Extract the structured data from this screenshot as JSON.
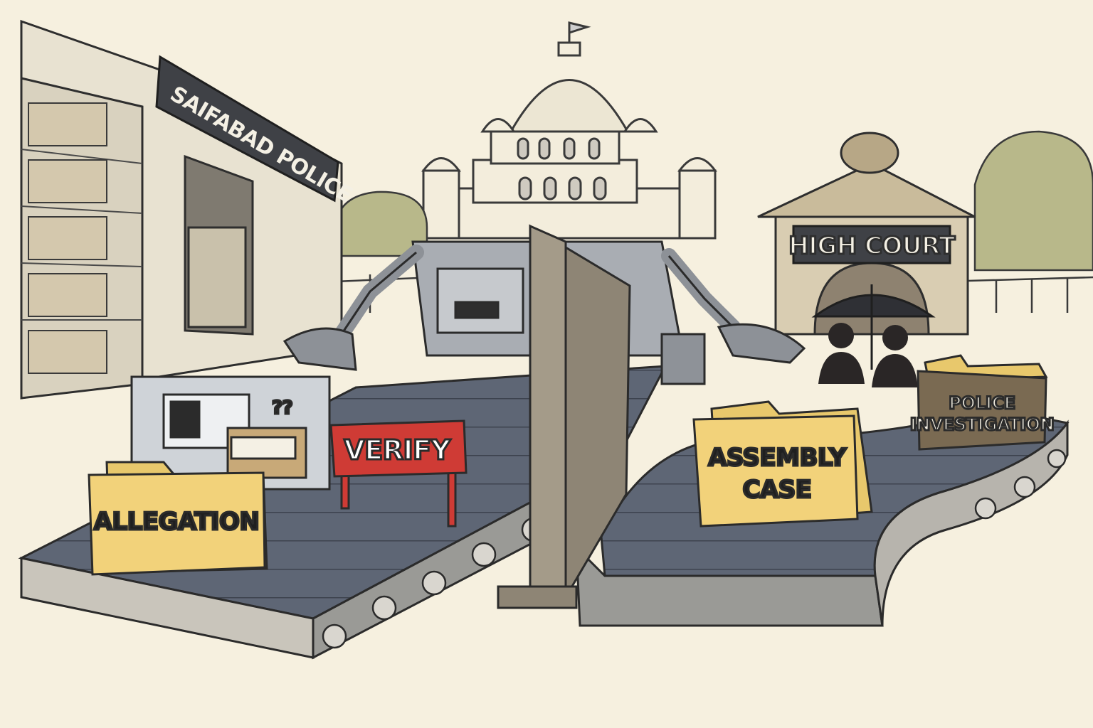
{
  "signs": {
    "police_station": "SAIFABAD POLICE",
    "high_court": "HIGH COURT",
    "verify_barrier": "VERIFY"
  },
  "folders": {
    "allegation": "ALLEGATION",
    "assembly_case_line1": "ASSEMBLY",
    "assembly_case_line2": "CASE",
    "police_investigation_line1": "POLICE",
    "police_investigation_line2": "INVESTIGATION"
  },
  "machine": {
    "screen_text": "??"
  },
  "colors": {
    "paper_background": "#f6f0df",
    "folder_yellow": "#f2d27a",
    "verify_red": "#cf3b35",
    "investigation_brown": "#7a6a52",
    "belt_steel": "#5e6675",
    "sign_dark": "#3f4146"
  }
}
